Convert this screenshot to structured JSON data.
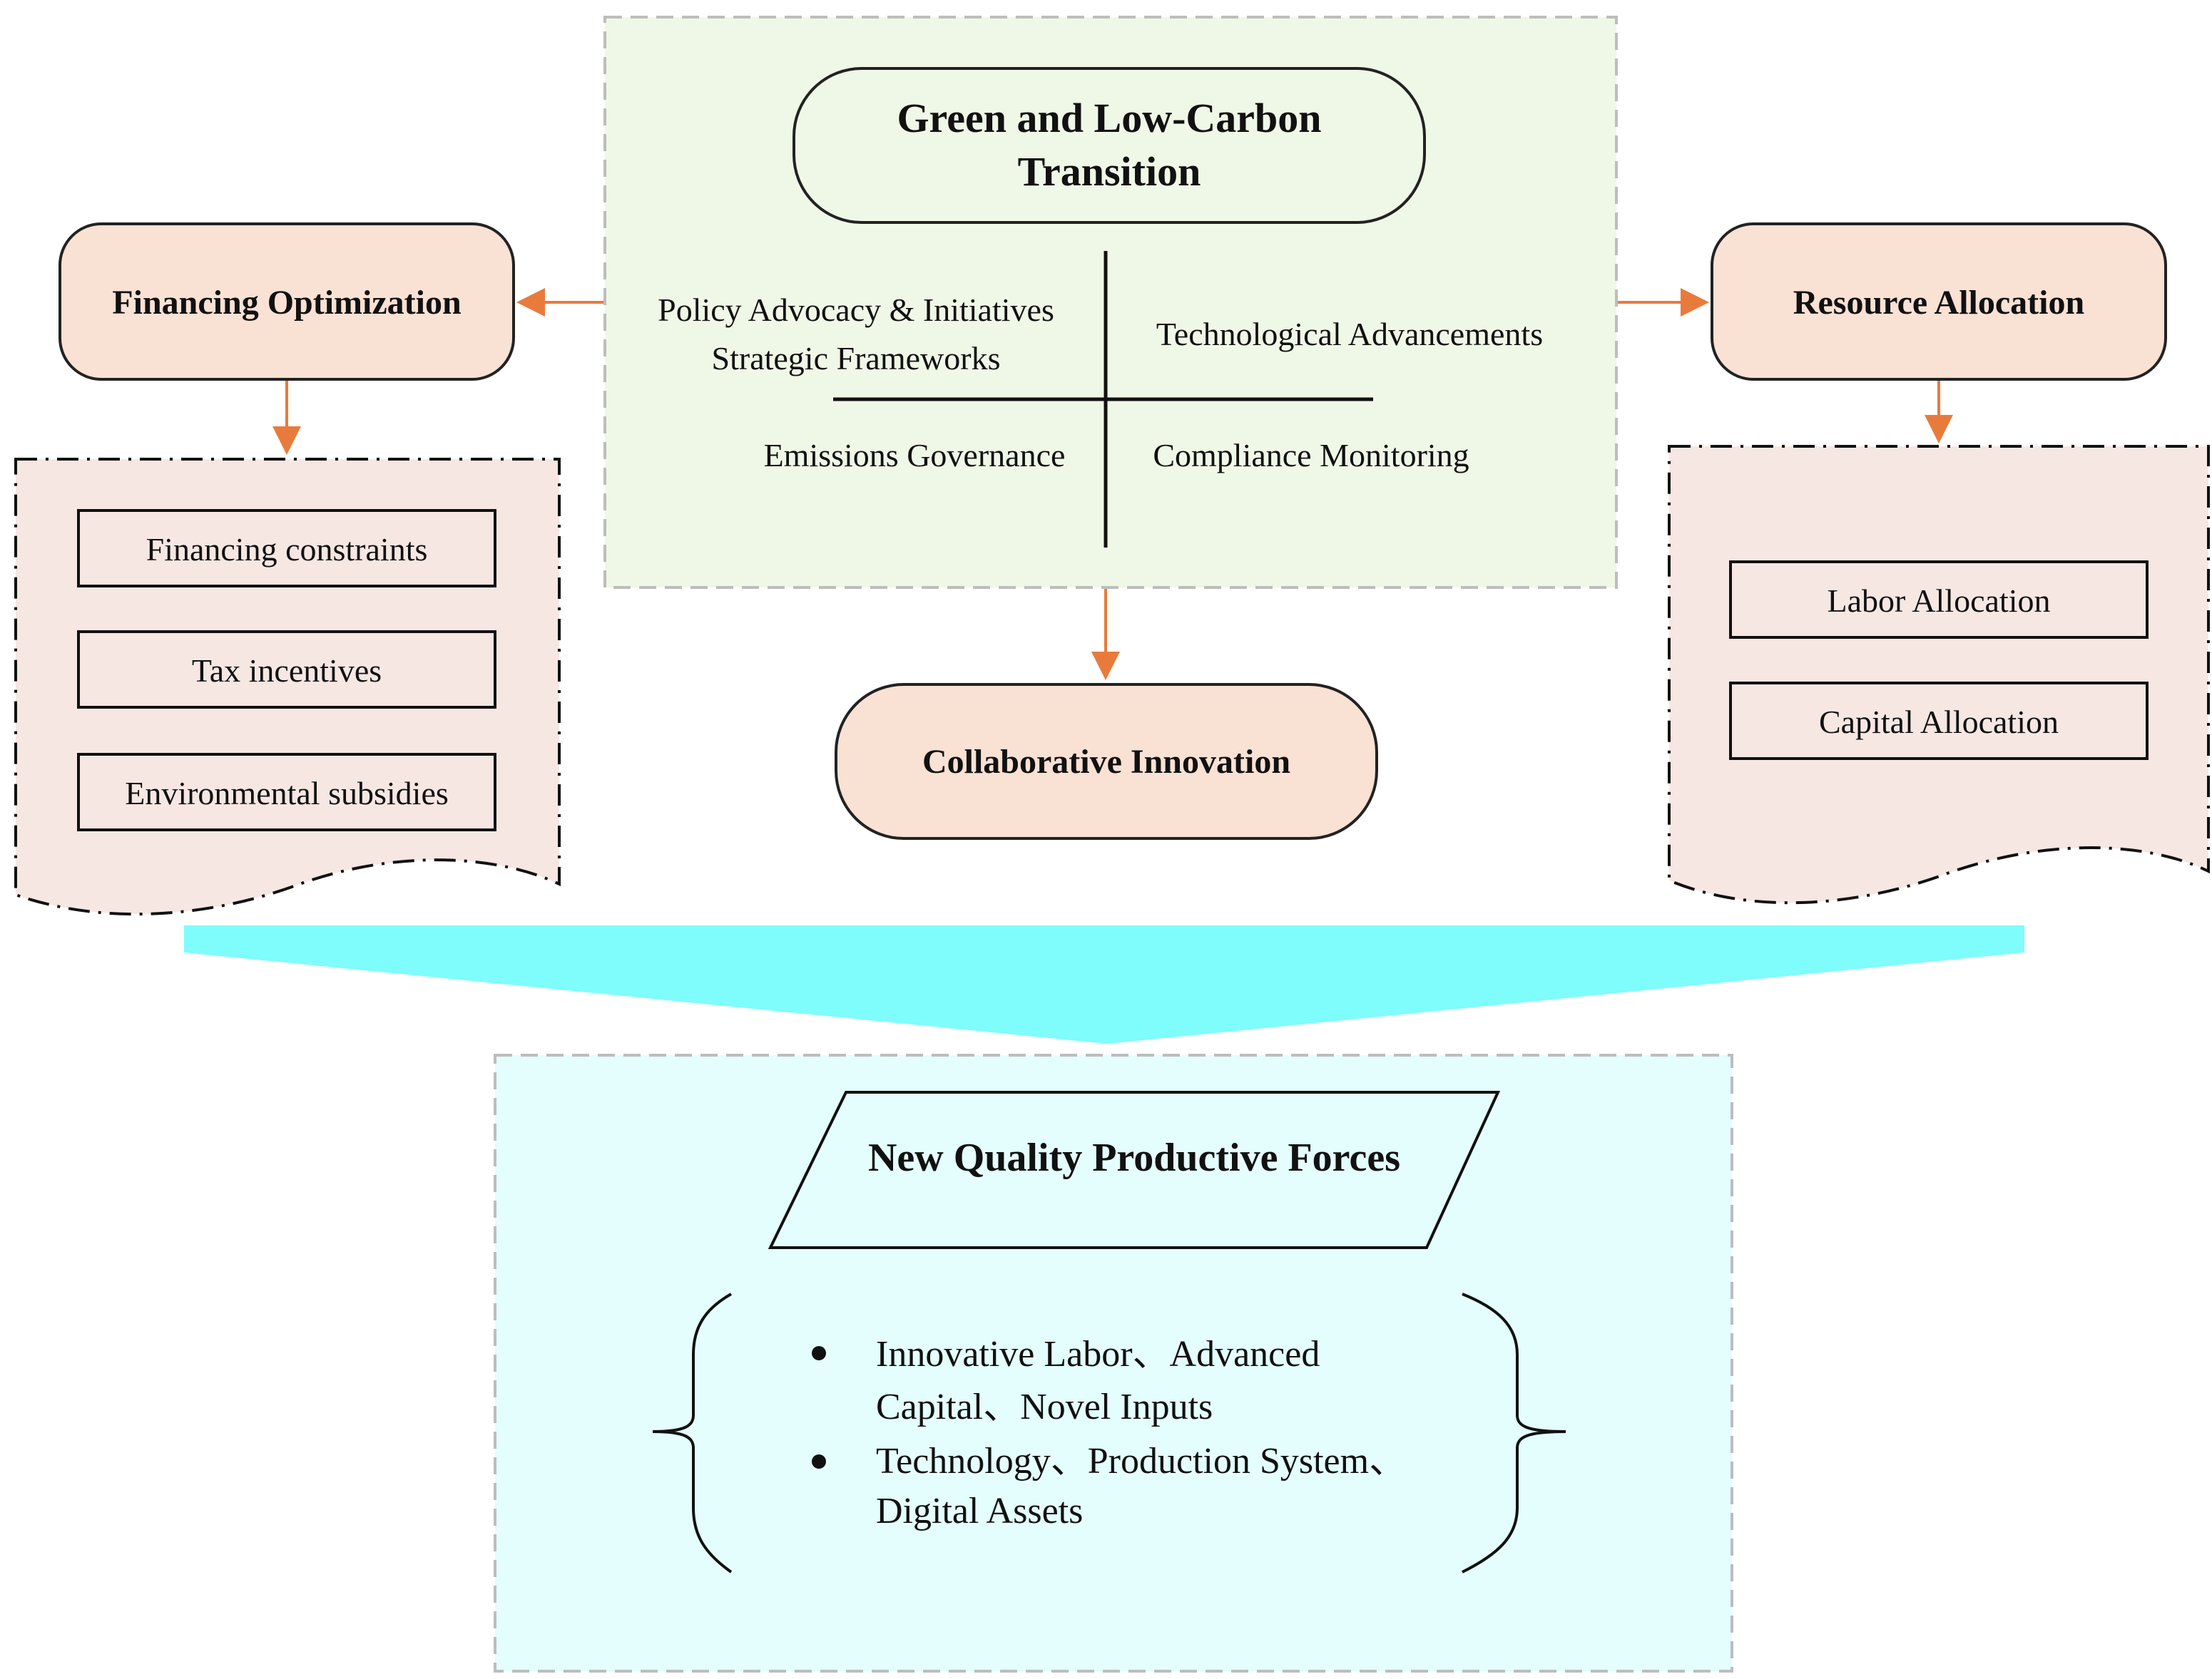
{
  "transition": {
    "title_line1": "Green and Low-Carbon",
    "title_line2": "Transition",
    "quadrant_tl_line1": "Policy Advocacy & Initiatives",
    "quadrant_tl_line2": "Strategic Frameworks",
    "quadrant_tr": "Technological Advancements",
    "quadrant_bl": "Emissions Governance",
    "quadrant_br": "Compliance Monitoring"
  },
  "financing": {
    "title": "Financing Optimization",
    "items": [
      "Financing constraints",
      "Tax incentives",
      "Environmental subsidies"
    ]
  },
  "resource": {
    "title": "Resource Allocation",
    "items": [
      "Labor Allocation",
      "Capital Allocation"
    ]
  },
  "collaborative": {
    "title": "Collaborative Innovation"
  },
  "productive_forces": {
    "title": "New Quality Productive Forces",
    "bullet1_line1": "Innovative Labor、Advanced",
    "bullet1_line2": "Capital、Novel Inputs",
    "bullet2_line1": "Technology、Production System、",
    "bullet2_line2": "Digital Assets"
  },
  "colors": {
    "green_panel": "#eff7e6",
    "peach_box": "#f9e1d4",
    "doc_panel": "#f6e7e3",
    "cyan_funnel": "#7ffcfc",
    "bottom_panel": "#e4fdfd",
    "arrow": "#e87b3c"
  }
}
